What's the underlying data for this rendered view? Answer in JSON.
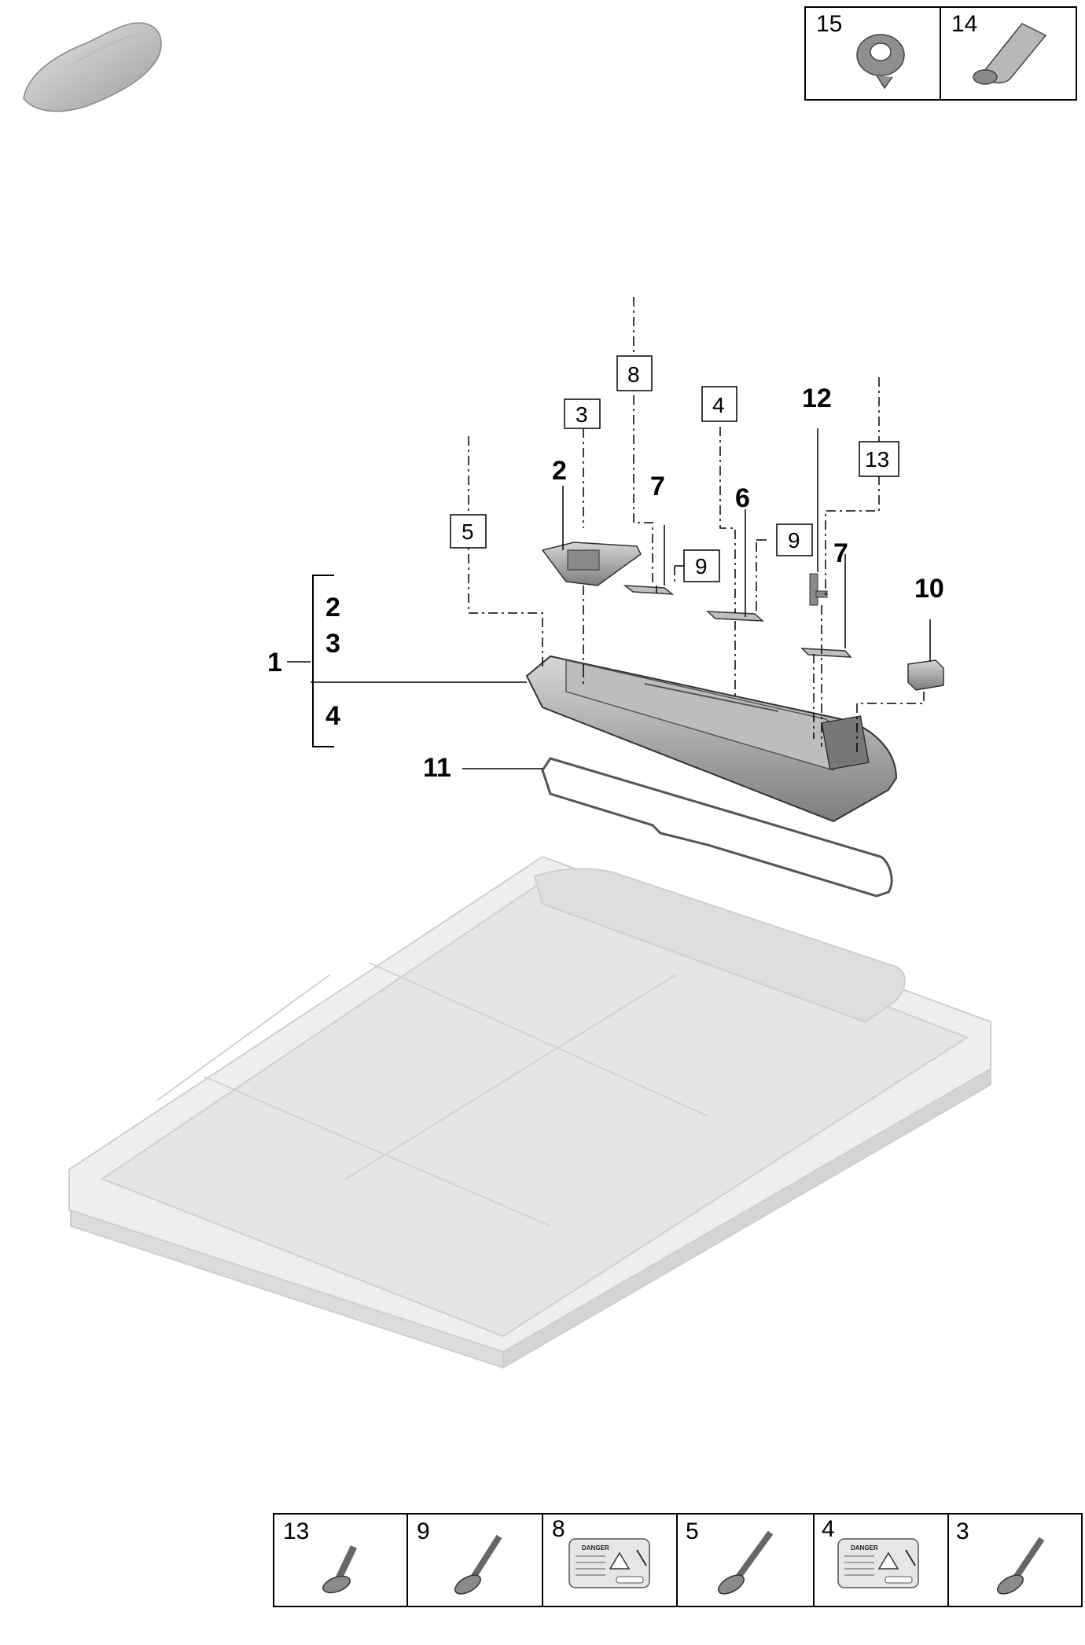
{
  "top_legend": [
    {
      "num": "15",
      "icon": "tape-roll-icon"
    },
    {
      "num": "14",
      "icon": "grease-tube-icon"
    }
  ],
  "callouts_boxed": [
    "3",
    "8",
    "4",
    "13",
    "5",
    "9",
    "9"
  ],
  "callouts_bold": [
    "2",
    "7",
    "6",
    "12",
    "7",
    "10",
    "11",
    "1"
  ],
  "bracket_group": {
    "main": "1",
    "items": [
      "2",
      "3",
      "4"
    ]
  },
  "bottom_legend": [
    {
      "num": "13",
      "icon": "bolt-icon"
    },
    {
      "num": "9",
      "icon": "bolt-icon"
    },
    {
      "num": "8",
      "icon": "warning-label-icon",
      "label_text": "DANGER"
    },
    {
      "num": "5",
      "icon": "bolt-icon"
    },
    {
      "num": "4",
      "icon": "warning-label-icon",
      "label_text": "DANGER"
    },
    {
      "num": "3",
      "icon": "bolt-icon"
    }
  ],
  "colors": {
    "line": "#000000",
    "part_gray": "#9a9a9a",
    "ghost_gray": "#d9d9d9"
  }
}
